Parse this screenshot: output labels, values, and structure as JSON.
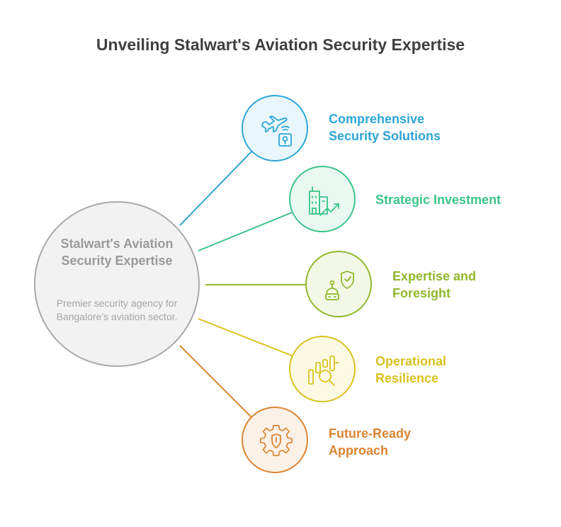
{
  "title": "Unveiling Stalwart's Aviation Security Expertise",
  "hub": {
    "title": "Stalwart's Aviation Security Expertise",
    "description": "Premier security agency for Bangalore's aviation sector."
  },
  "colors": {
    "hub_fill": "#f2f2f2",
    "hub_border": "#a9a9a9",
    "title_text": "#3f3f3f"
  },
  "nodes": [
    {
      "label": "Comprehensive Security Solutions",
      "icon": "airplane-security-icon",
      "color": "#2ea6d6",
      "fill": "#e9f6fc"
    },
    {
      "label": "Strategic Investment",
      "icon": "building-growth-icon",
      "color": "#3bc488",
      "fill": "#e9f8f1"
    },
    {
      "label": "Expertise and Foresight",
      "icon": "robot-shield-icon",
      "color": "#90b82e",
      "fill": "#f3f8e6"
    },
    {
      "label": "Operational Resilience",
      "icon": "chart-magnifier-icon",
      "color": "#d9c21e",
      "fill": "#fcf9e3"
    },
    {
      "label": "Future-Ready Approach",
      "icon": "gear-shield-icon",
      "color": "#d98432",
      "fill": "#fcf1e7"
    }
  ]
}
